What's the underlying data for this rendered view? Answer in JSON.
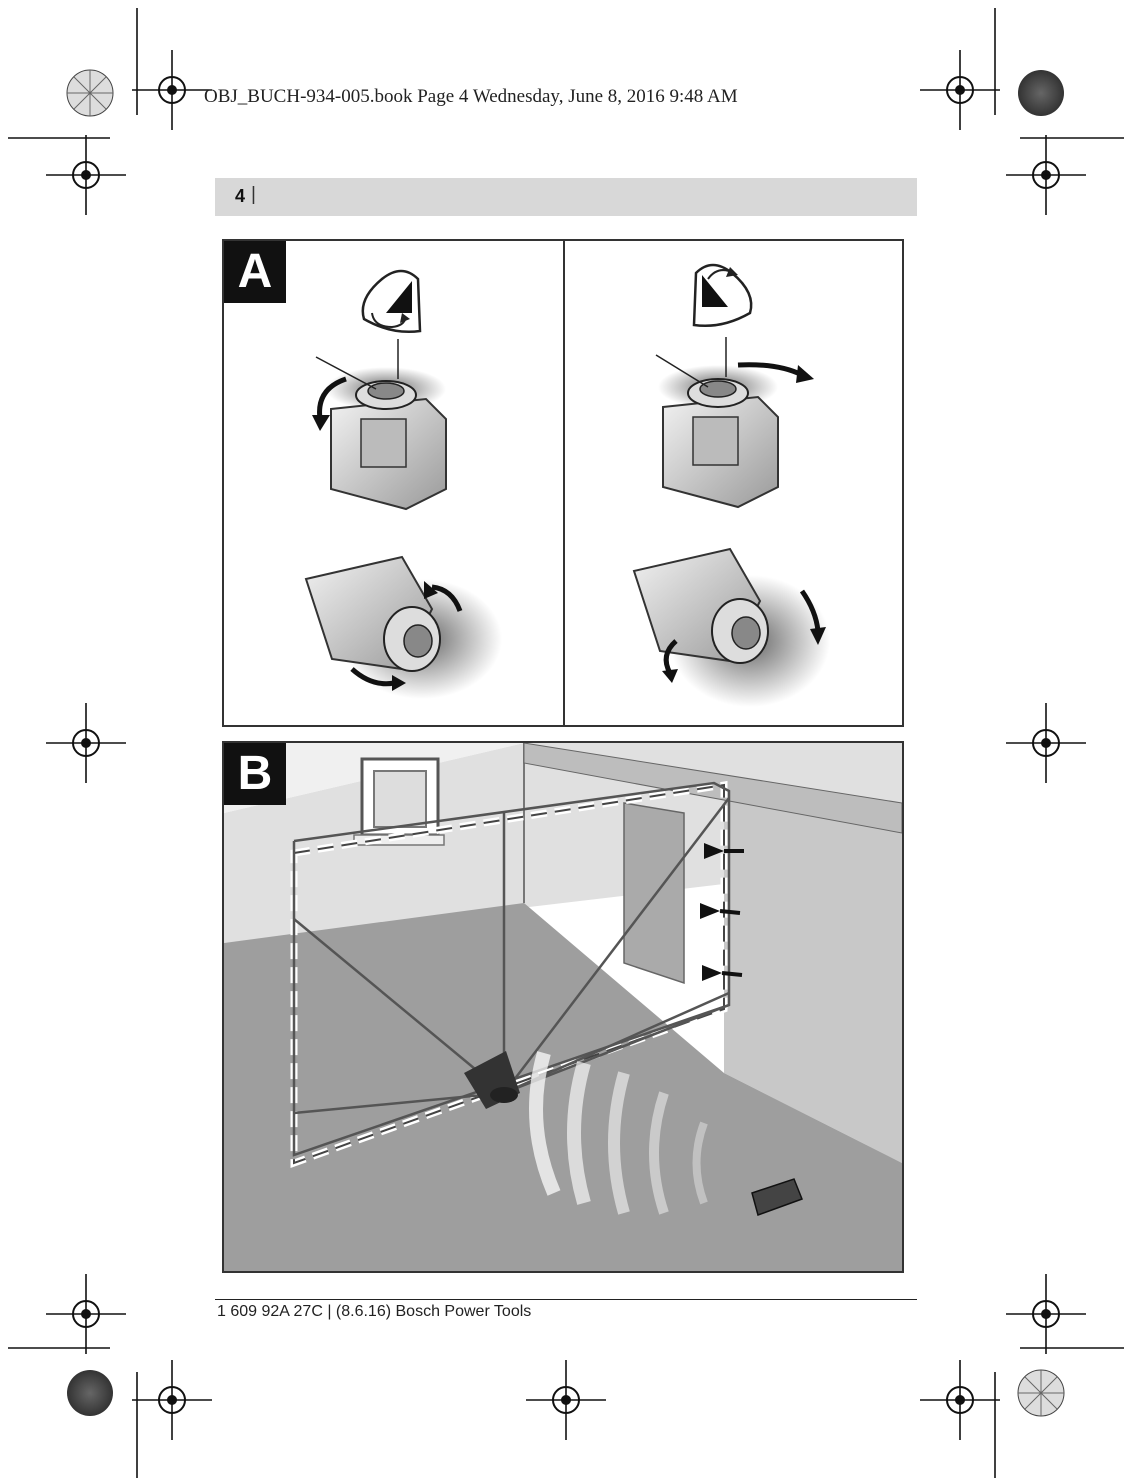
{
  "print_header": "OBJ_BUCH-934-005.book  Page 4  Wednesday, June 8, 2016  9:48 AM",
  "page_bar": {
    "page_number": "4",
    "separator": "|"
  },
  "figure_a": {
    "label": "A"
  },
  "figure_b": {
    "label": "B"
  },
  "footer": "1 609 92A 27C | (8.6.16) Bosch Power Tools",
  "icons": [
    "registration-mark-icon",
    "color-target-icon",
    "rotate-counterclockwise-icon",
    "rotate-clockwise-icon",
    "arrow-icon"
  ],
  "colors": {
    "page_bar": "#d8d8d8",
    "label_tile": "#111111"
  }
}
